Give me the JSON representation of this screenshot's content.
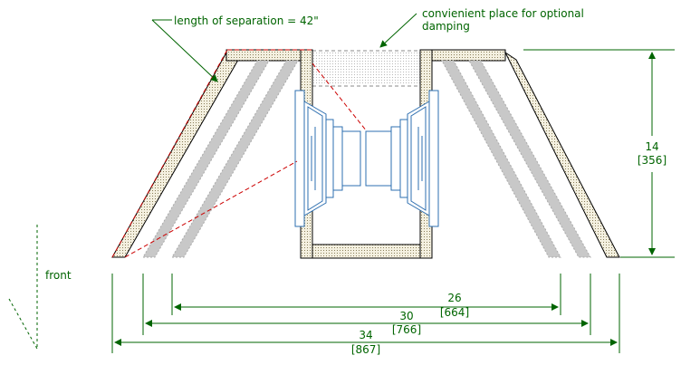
{
  "annotations": {
    "separation": "length of separation = 42\"",
    "damping_line1": "convienient place for optional",
    "damping_line2": "damping",
    "front": "front"
  },
  "dimensions": {
    "height_in": "14",
    "height_mm": "[356]",
    "width_26_in": "26",
    "width_26_mm": "[664]",
    "width_30_in": "30",
    "width_30_mm": "[766]",
    "width_34_in": "34",
    "width_34_mm": "[867]"
  },
  "colors": {
    "dimension": "#006400",
    "driver": "#2e6fb0",
    "path": "#cc0000",
    "panel": "#000000"
  }
}
